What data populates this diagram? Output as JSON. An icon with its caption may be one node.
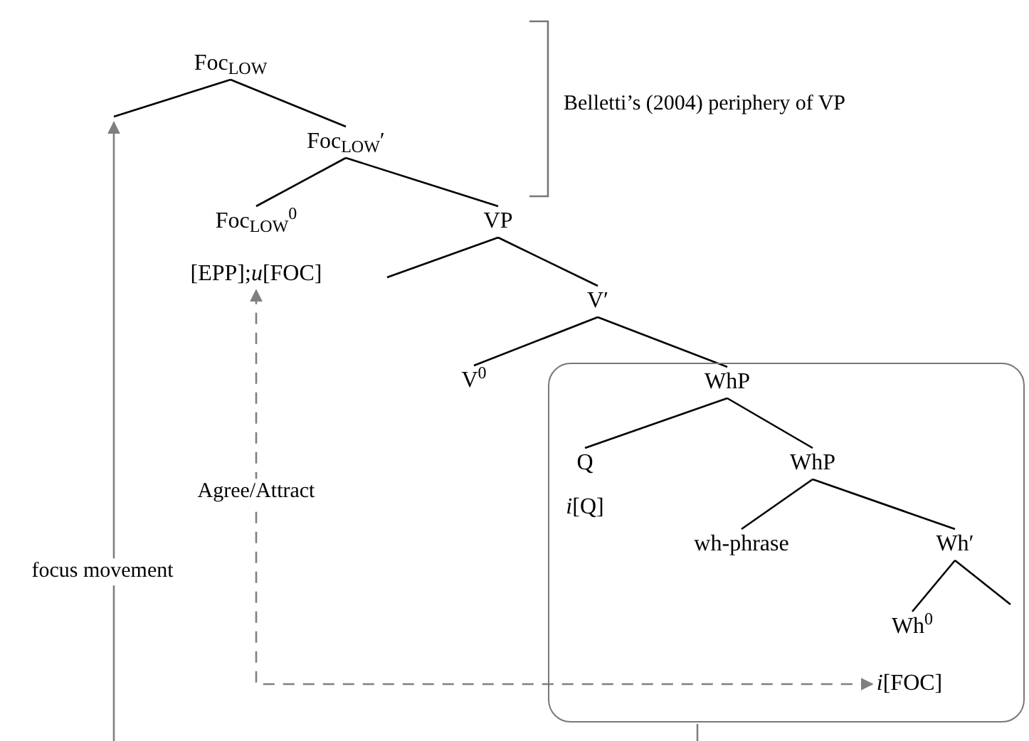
{
  "diagram": {
    "nodes": [
      {
        "text": [
          "Foc$_{LOW}$"
        ]
      },
      {
        "text": [
          "Foc$_{LOW}$′"
        ]
      },
      {
        "text": [
          "Foc$_{LOW}$$^{0}$"
        ]
      },
      {
        "text": [
          "[EPP];*u*[FOC]"
        ]
      },
      {
        "text": [
          "VP"
        ]
      },
      {
        "text": [
          "V′"
        ]
      },
      {
        "text": [
          "V$^{0}$"
        ]
      },
      {
        "text": [],
        "shape": "box"
      },
      {
        "text": [
          "WhP"
        ],
        "in": 7
      },
      {
        "text": [
          "Q"
        ],
        "in": 7
      },
      {
        "text": [
          "*i*[Q]"
        ],
        "in": 7
      },
      {
        "text": [
          "WhP"
        ],
        "in": 7
      },
      {
        "text": [
          "wh-phrase"
        ],
        "in": 7
      },
      {
        "text": [
          "Wh′"
        ],
        "in": 7
      },
      {
        "text": [
          "Wh$^{0}$"
        ],
        "in": 7
      },
      {
        "text": [
          "*i*[FOC]"
        ],
        "in": 7
      }
    ],
    "edges": [
      {
        "from": 0,
        "to": null,
        "arrow": "none"
      },
      {
        "from": 0,
        "to": 1,
        "arrow": "none"
      },
      {
        "from": 1,
        "to": 2,
        "arrow": "none"
      },
      {
        "from": 1,
        "to": 4,
        "arrow": "none"
      },
      {
        "from": 4,
        "to": null,
        "arrow": "none"
      },
      {
        "from": 4,
        "to": 5,
        "arrow": "none"
      },
      {
        "from": 5,
        "to": 6,
        "arrow": "none"
      },
      {
        "from": 5,
        "to": 8,
        "arrow": "none"
      },
      {
        "from": 8,
        "to": 9,
        "arrow": "none"
      },
      {
        "from": 8,
        "to": 11,
        "arrow": "none"
      },
      {
        "from": 11,
        "to": 12,
        "arrow": "none"
      },
      {
        "from": 11,
        "to": 13,
        "arrow": "none"
      },
      {
        "from": 13,
        "to": 14,
        "arrow": "none"
      },
      {
        "from": 13,
        "to": null,
        "arrow": "none"
      },
      {
        "from": 7,
        "to": null,
        "arrow": "none",
        "color": "#7f7f7f"
      },
      {
        "from": null,
        "to": 0,
        "arrow": "to",
        "label": "focus movement",
        "color": "#7f7f7f"
      },
      {
        "from": 15,
        "to": 3,
        "arrow": "both",
        "label": "Agree/Attract",
        "style": "dashed",
        "color": "#7f7f7f"
      }
    ],
    "labels": [
      "Belletti’s (2004) periphery of VP"
    ]
  }
}
